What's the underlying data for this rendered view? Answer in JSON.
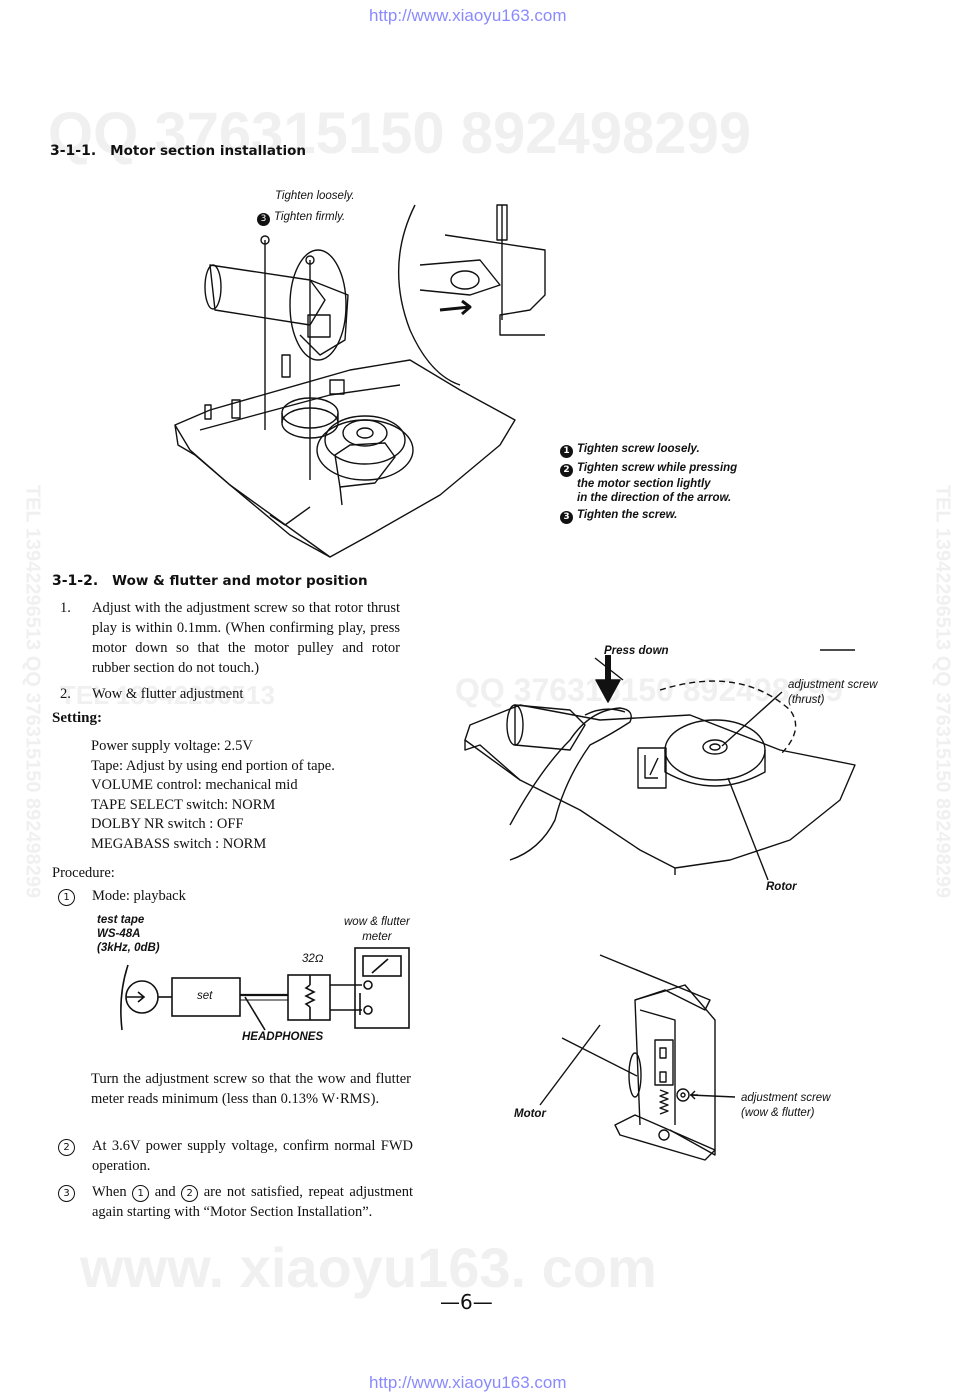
{
  "header": {
    "url": "http://www.xiaoyu163.com"
  },
  "footer": {
    "url": "http://www.xiaoyu163.com",
    "page_number": "—6—"
  },
  "watermarks": {
    "top": "QQ 376315150   892498299",
    "middle": "QQ 376315150   892498299",
    "left": "TEL 13942296513",
    "bottom": "www. xiaoyu163. com",
    "side_left": "TEL 13942296513  QQ 376315150  892498299",
    "side_right": "TEL 13942296513  QQ 376315150  892498299"
  },
  "section1": {
    "number": "3-1-1.",
    "title": "Motor section installation",
    "figure": {
      "tighten_loosely": "Tighten loosely.",
      "tighten_firmly_num": "3",
      "tighten_firmly": "Tighten firmly.",
      "steps": [
        {
          "num": "1",
          "lines": [
            "Tighten screw loosely."
          ]
        },
        {
          "num": "2",
          "lines": [
            "Tighten screw while pressing",
            "the motor section lightly",
            "in the direction of the arrow."
          ]
        },
        {
          "num": "3",
          "lines": [
            "Tighten the screw."
          ]
        }
      ]
    }
  },
  "section2": {
    "number": "3-1-2.",
    "title": "Wow & flutter and motor position",
    "item1_num": "1.",
    "item1_text": "Adjust with the adjustment screw so that rotor thrust play is within 0.1mm. (When confirming play, press motor down so that the motor pulley and rotor rubber section do not touch.)",
    "item2_num": "2.",
    "item2_text": "Wow & flutter adjustment",
    "setting_label": "Setting:",
    "settings": [
      "Power supply voltage:  2.5V",
      "Tape:  Adjust by using end portion of tape.",
      "VOLUME control:  mechanical mid",
      "TAPE SELECT switch:  NORM",
      "DOLBY NR switch : OFF",
      "MEGABASS switch :  NORM"
    ],
    "procedure_label": "Procedure:",
    "step1_num": "1",
    "step1_text": "Mode:    playback",
    "circuit": {
      "test_tape": "test tape",
      "tape_model": "WS-48A",
      "tape_spec": "(3kHz, 0dB)",
      "meter_line1": "wow & flutter",
      "meter_line2": "meter",
      "resistor": "32Ω",
      "set_label": "set",
      "headphones": "HEADPHONES"
    },
    "turn_text": "Turn the adjustment screw so that the wow and flutter meter reads minimum (less than 0.13% W·RMS).",
    "step2_num": "2",
    "step2_text": "At 3.6V power supply voltage, confirm normal FWD operation.",
    "step3_num": "3",
    "step3_text_a": "When",
    "step3_ref1": "1",
    "step3_text_b": "and",
    "step3_ref2": "2",
    "step3_text_c": "are not satisfied, repeat adjustment again starting with “Motor Section Installation”."
  },
  "rotor_figure": {
    "press_down": "Press down",
    "adj_line1": "adjustment screw",
    "adj_line2": "(thrust)",
    "rotor": "Rotor"
  },
  "motor_figure": {
    "motor": "Motor",
    "adj_line1": "adjustment screw",
    "adj_line2": "(wow & flutter)"
  }
}
